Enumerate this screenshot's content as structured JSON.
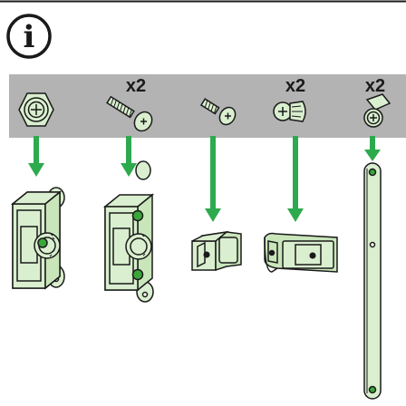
{
  "info_symbol": "i",
  "colors": {
    "band": "#b3b3b3",
    "part_fill": "#d9efcf",
    "part_dark": "#b7d9a8",
    "arrow": "#2eaa4e",
    "hole": "#3aa63a",
    "outline": "#1a1a1a"
  },
  "parts": [
    {
      "name": "screw-with-washer",
      "icon": "washer-screw-icon",
      "qty": "",
      "target": "connector-block"
    },
    {
      "name": "long-screw",
      "icon": "long-screw-icon",
      "qty": "x2",
      "target": "connector-block-double"
    },
    {
      "name": "short-screw",
      "icon": "short-screw-icon",
      "qty": "",
      "target": "small-bracket"
    },
    {
      "name": "pan-head-screw",
      "icon": "pan-head-screw-icon",
      "qty": "x2",
      "target": "angle-bracket"
    },
    {
      "name": "rivet-screw",
      "icon": "rivet-screw-icon",
      "qty": "x2",
      "target": "mounting-strip"
    }
  ]
}
